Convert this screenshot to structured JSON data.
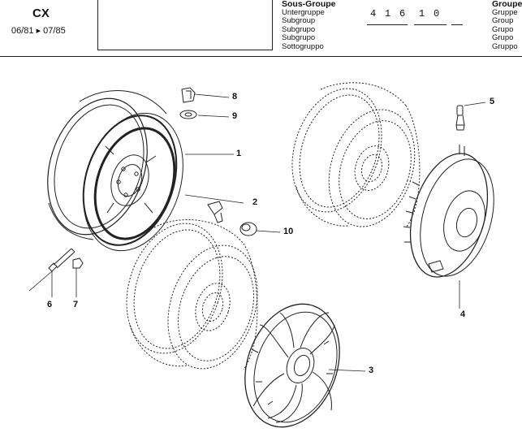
{
  "header": {
    "model": "CX",
    "period": "06/81 ▸ 07/85",
    "subgroup_labels": [
      "Sous-Groupe",
      "Untergruppe",
      "Subgroup",
      "Subgrupo",
      "Subgrupo",
      "Sottogruppo"
    ],
    "group_labels": [
      "Groupe",
      "Gruppe",
      "Group",
      "Grupo",
      "Grupo",
      "Gruppo"
    ],
    "code_digits": [
      "4",
      "1",
      "6",
      "1",
      "0"
    ]
  },
  "callouts": {
    "c1": "1",
    "c2": "2",
    "c3": "3",
    "c4": "4",
    "c5": "5",
    "c6": "6",
    "c7": "7",
    "c8": "8",
    "c9": "9",
    "c10": "10"
  }
}
